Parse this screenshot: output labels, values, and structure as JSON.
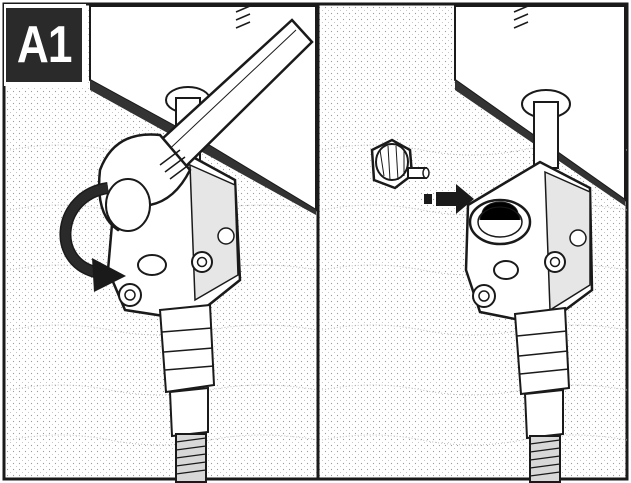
{
  "step": {
    "label": "A1"
  },
  "panels": [
    {
      "id": "left",
      "content": "wrench-turning-regulator"
    },
    {
      "id": "right",
      "content": "cap-inserted-into-regulator"
    }
  ],
  "icons": [
    "wrench-icon",
    "rotation-arrow-icon",
    "push-arrow-icon",
    "cap-icon",
    "regulator-icon",
    "pipe-icon",
    "flex-hose-icon"
  ],
  "colors": {
    "ink": "#1a1a1a",
    "shade": "#cfcfcf",
    "badge_bg": "#2a2a2a",
    "background": "#ffffff"
  }
}
